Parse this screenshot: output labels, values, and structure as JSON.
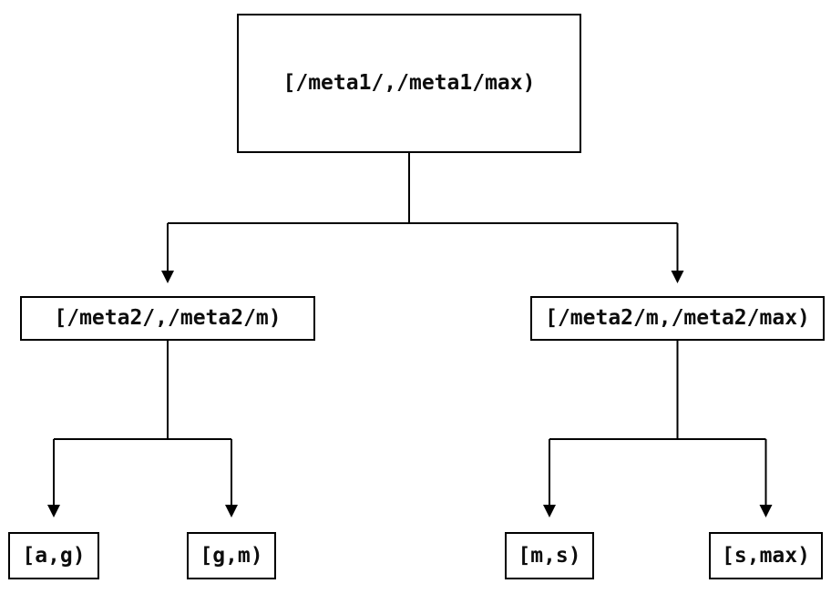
{
  "diagram": {
    "type": "tree",
    "root": {
      "label": "[/meta1/,/meta1/max)"
    },
    "children": [
      {
        "label": "[/meta2/,/meta2/m)",
        "children": [
          {
            "label": "[a,g)"
          },
          {
            "label": "[g,m)"
          }
        ]
      },
      {
        "label": "[/meta2/m,/meta2/max)",
        "children": [
          {
            "label": "[m,s)"
          },
          {
            "label": "[s,max)"
          }
        ]
      }
    ],
    "colors": {
      "line": "#000000",
      "border": "#000000",
      "background": "#ffffff",
      "text": "#0d0d0d"
    }
  }
}
